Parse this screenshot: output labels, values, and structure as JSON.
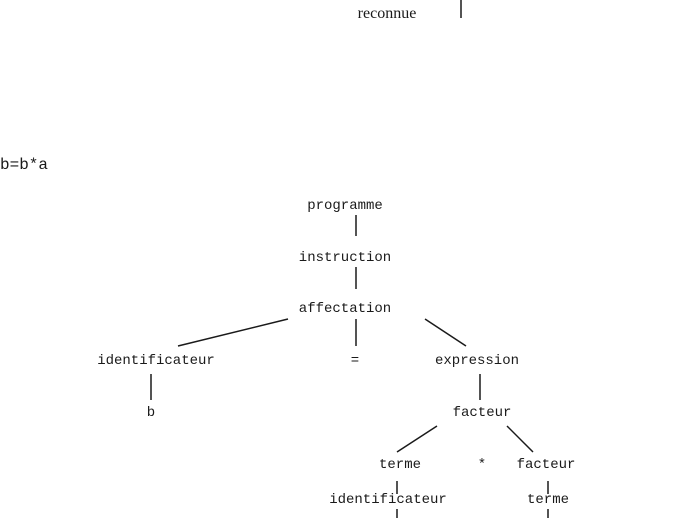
{
  "top_fragment": {
    "text": "reconnue"
  },
  "expression": {
    "text": "b=b*a"
  },
  "tree": {
    "root": "programme",
    "instruction": "instruction",
    "affectation": "affectation",
    "left_identificateur": "identificateur",
    "left_b": "b",
    "equals": "=",
    "expression": "expression",
    "facteur": "facteur",
    "terme": "terme",
    "times": "*",
    "right_facteur": "facteur",
    "identificateur_bottom": "identificateur",
    "terme_bottom": "terme"
  }
}
